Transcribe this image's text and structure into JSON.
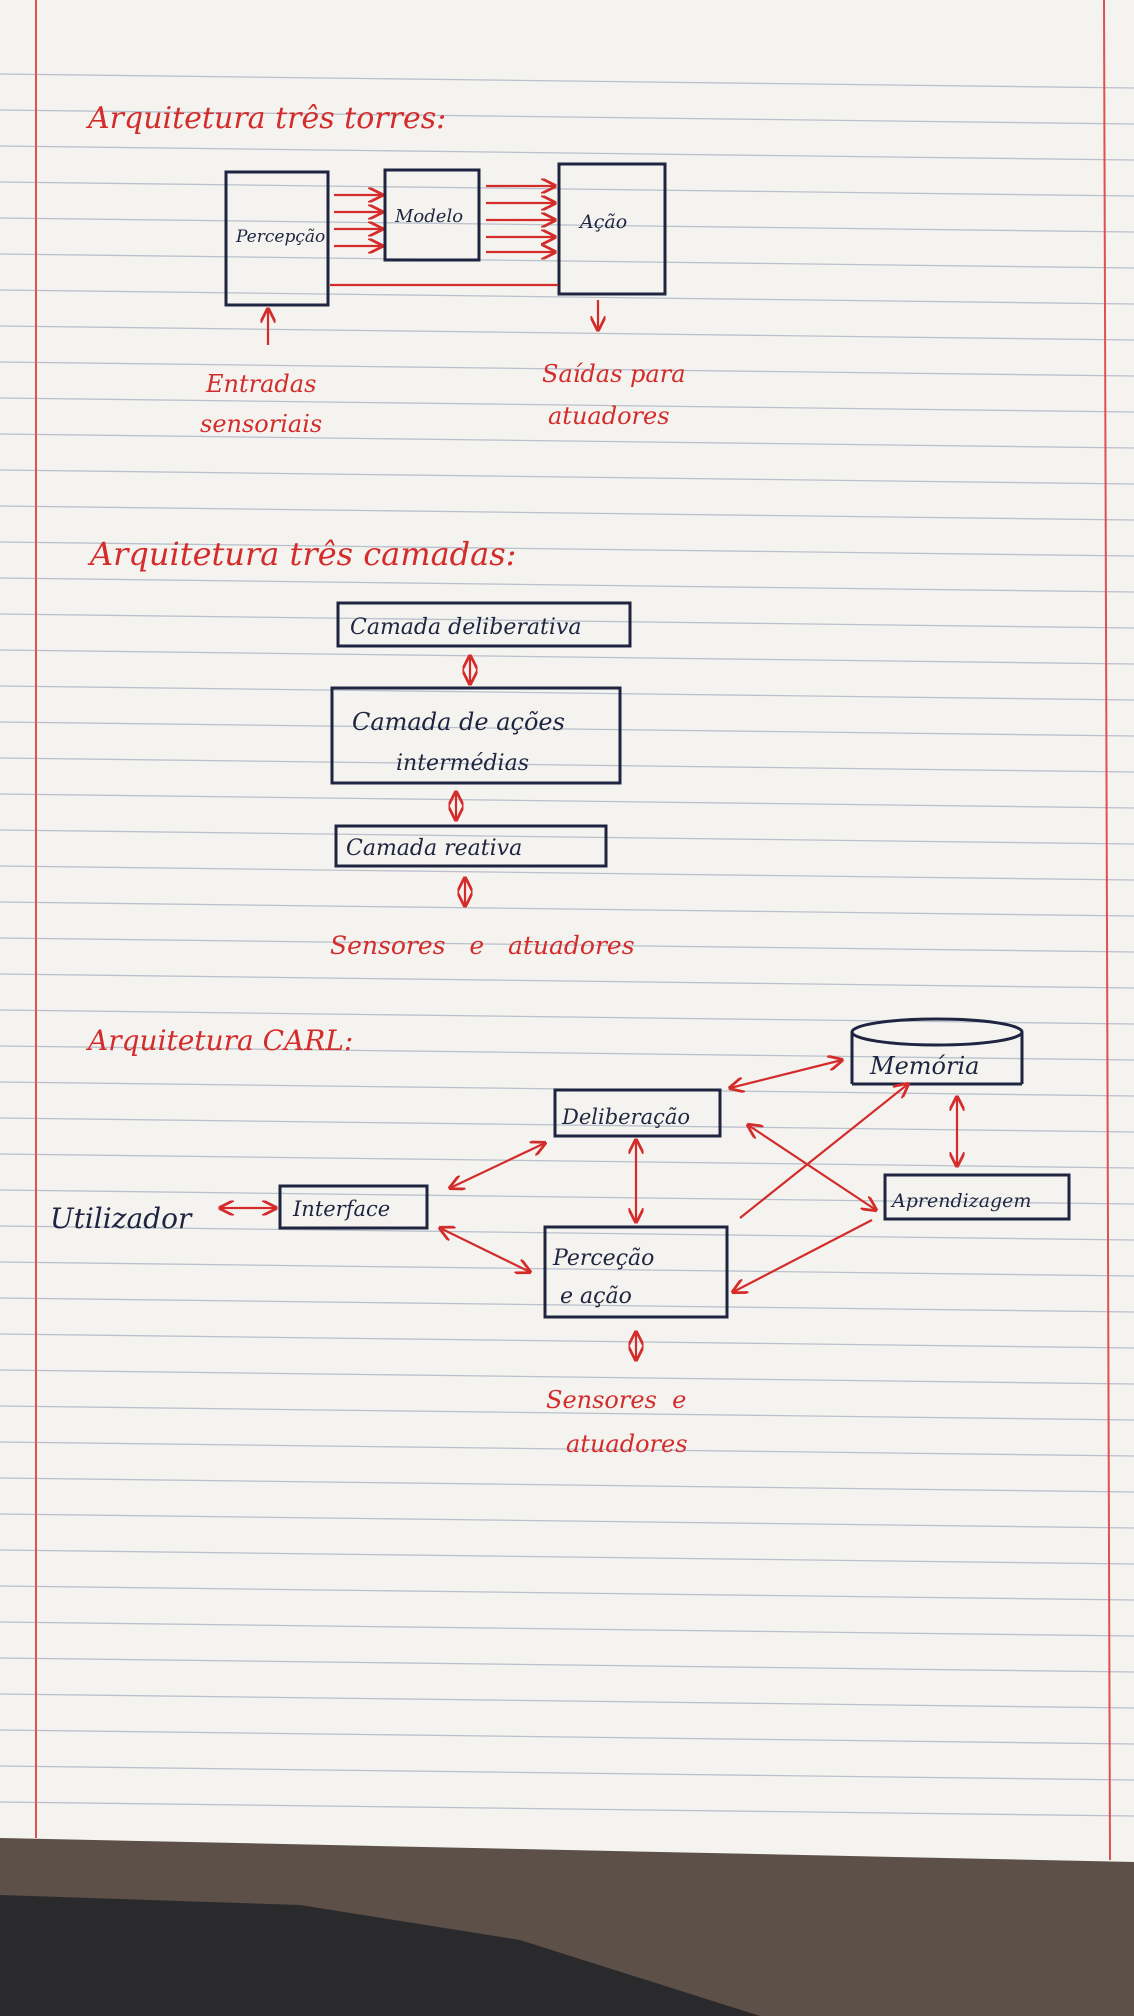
{
  "colors": {
    "paper": "#f4f3ef",
    "rule_line": "#b9c1cc",
    "margin_line": "#e05050",
    "red_ink": "#d42b2b",
    "blue_ink": "#1f2540",
    "table_wood": "#5c5048"
  },
  "section1": {
    "heading": "Arquitetura três torres:",
    "box_perception": "Percepção",
    "box_model": "Modelo",
    "box_action": "Ação",
    "label_inputs_line1": "Entradas",
    "label_inputs_line2": "sensoriais",
    "label_outputs_line1": "Saídas para",
    "label_outputs_line2": "atuadores"
  },
  "section2": {
    "heading": "Arquitetura três camadas:",
    "layer_deliberative": "Camada deliberativa",
    "layer_intermediate_line1": "Camada de ações",
    "layer_intermediate_line2": "intermédias",
    "layer_reactive": "Camada reativa",
    "label_bottom": "Sensores   e   atuadores"
  },
  "section3": {
    "heading": "Arquitetura CARL:",
    "node_memory": "Memória",
    "node_deliberation": "Deliberação",
    "node_learning": "Aprendizagem",
    "node_interface": "Interface",
    "node_user": "Utilizador",
    "node_perception_line1": "Perceção",
    "node_perception_line2": "e ação",
    "label_bottom_line1": "Sensores  e",
    "label_bottom_line2": "atuadores"
  }
}
